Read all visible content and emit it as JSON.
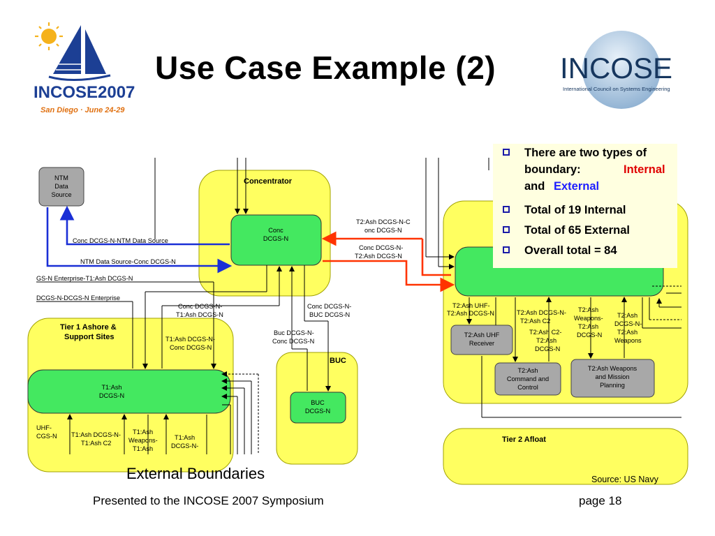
{
  "slide": {
    "title": "Use Case Example (2)",
    "caption": "External Boundaries",
    "source": "Source: US Navy",
    "footer_left": "Presented to the INCOSE 2007 Symposium",
    "footer_right": "page 18"
  },
  "logos": {
    "left": {
      "brand": "INCOSE2007",
      "tagline": "San Diego · June 24-29"
    },
    "right": {
      "brand": "INCOSE",
      "tagline": "International Council on Systems Engineering"
    }
  },
  "bullets": {
    "b1_line1": "There are two types of",
    "b1_line2a": "boundary:",
    "b1_line2b": "Internal",
    "b1_line3a": "and",
    "b1_line3b": "External",
    "b2": "Total of 19 Internal",
    "b3": "Total of 65 External",
    "b4": "Overall total = 84"
  },
  "diagram": {
    "ntm_source": [
      "NTM",
      "Data",
      "Source"
    ],
    "concentrator": "Concentrator",
    "conc_dcgs": [
      "Conc",
      "DCGS-N"
    ],
    "tier1": [
      "Tier 1 Ashore &",
      "Support Sites"
    ],
    "t1_dcgs": [
      "T1:Ash",
      "DCGS-N"
    ],
    "buc": "BUC",
    "buc_dcgs": [
      "BUC",
      "DCGS-N"
    ],
    "tier2_afloat": "Tier 2 Afloat",
    "t2_uhf_receiver": [
      "T2:Ash UHF",
      "Receiver"
    ],
    "t2_command": [
      "T2:Ash",
      "Command and",
      "Control"
    ],
    "t2_weapons": [
      "T2:Ash Weapons",
      "and Mission",
      "Planning"
    ],
    "labels": {
      "conc_ntm": "Conc DCGS-N-NTM Data Source",
      "ntm_conc": "NTM Data Source-Conc DCGS-N",
      "enterprise_t1": "GS-N Enterprise-T1:Ash DCGS-N",
      "dcgs_enterprise": "DCGS-N-DCGS-N Enterprise",
      "conc_t1": [
        "Conc DCGS-N-",
        "T1:Ash DCGS-N"
      ],
      "t1_conc": [
        "T1:Ash DCGS-N-",
        "Conc DCGS-N"
      ],
      "conc_buc": [
        "Conc DCGS-N-",
        "BUC DCGS-N"
      ],
      "buc_conc": [
        "Buc DCGS-N-",
        "Conc DCGS-N"
      ],
      "t2_conc": [
        "T2:Ash DCGS-N-C",
        "onc DCGS-N"
      ],
      "conc_t2": [
        "Conc DCGS-N-",
        "T2:Ash DCGS-N"
      ],
      "t2_uhf": [
        "T2:Ash UHF-",
        "T2:Ash DCGS-N"
      ],
      "t2_c2": [
        "T2:Ash DCGS-N-",
        "T2:Ash C2"
      ],
      "t2_c2_back": [
        "T2:Ash C2-",
        "T2:Ash",
        "DCGS-N"
      ],
      "t2_weap": [
        "T2:Ash",
        "Weapons-",
        "T2:Ash",
        "DCGS-N"
      ],
      "t2_dcgs_weap": [
        "T2:Ash",
        "DCGS-N-",
        "T2:Ash",
        "Weapons"
      ],
      "t1_uhf": [
        "UHF-",
        "CGS-N"
      ],
      "t1_c2": [
        "T1:Ash DCGS-N-",
        "T1:Ash C2"
      ],
      "t1_weap": [
        "T1:Ash",
        "Weapons-",
        "T1:Ash"
      ],
      "t1_dcgs_n": [
        "T1:Ash",
        "DCGS-N-"
      ]
    }
  }
}
